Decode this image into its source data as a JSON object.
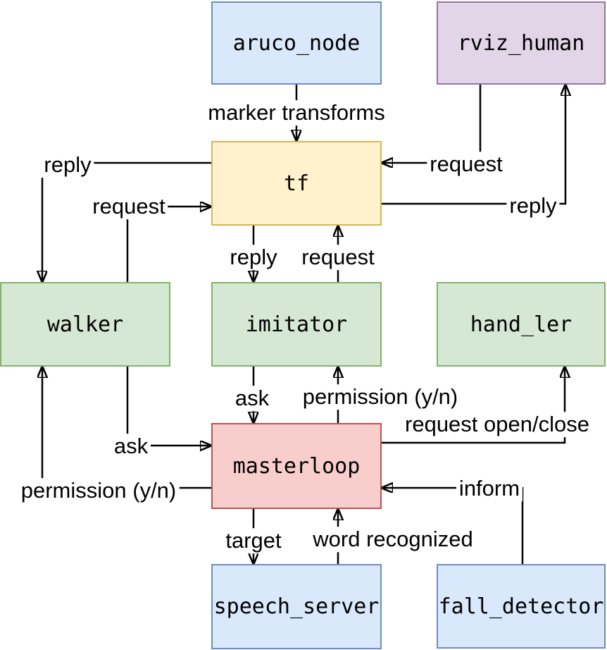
{
  "palette": {
    "blue_fill": "#dae8fc",
    "blue_stroke": "#6c8ebf",
    "purple_fill": "#e1d5e7",
    "purple_stroke": "#9673a6",
    "yellow_fill": "#fff2cc",
    "yellow_stroke": "#d6b656",
    "green_fill": "#d5e8d4",
    "green_stroke": "#82b366",
    "red_fill": "#f8cecc",
    "red_stroke": "#b85450",
    "edge_color": "#000000",
    "background": "#ffffff"
  },
  "nodes": {
    "aruco_node": {
      "label": "aruco_node",
      "color": "blue"
    },
    "rviz_human": {
      "label": "rviz_human",
      "color": "purple"
    },
    "tf": {
      "label": "tf",
      "color": "yellow"
    },
    "walker": {
      "label": "walker",
      "color": "green"
    },
    "imitator": {
      "label": "imitator",
      "color": "green"
    },
    "hand_ler": {
      "label": "hand_ler",
      "color": "green"
    },
    "masterloop": {
      "label": "masterloop",
      "color": "red"
    },
    "speech_server": {
      "label": "speech_server",
      "color": "blue"
    },
    "fall_detector": {
      "label": "fall_detector",
      "color": "blue"
    }
  },
  "edges": {
    "marker_transforms": {
      "from": "aruco_node",
      "to": "tf",
      "label": "marker transforms"
    },
    "rviz_request": {
      "from": "rviz_human",
      "to": "tf",
      "label": "request"
    },
    "rviz_reply": {
      "from": "tf",
      "to": "rviz_human",
      "label": "reply"
    },
    "walker_reply": {
      "from": "tf",
      "to": "walker",
      "label": "reply"
    },
    "walker_request": {
      "from": "walker",
      "to": "tf",
      "label": "request"
    },
    "imitator_reply": {
      "from": "tf",
      "to": "imitator",
      "label": "reply"
    },
    "imitator_request": {
      "from": "imitator",
      "to": "tf",
      "label": "request"
    },
    "imitator_ask": {
      "from": "imitator",
      "to": "masterloop",
      "label": "ask"
    },
    "imitator_permission": {
      "from": "masterloop",
      "to": "imitator",
      "label": "permission (y/n)"
    },
    "walker_ask": {
      "from": "walker",
      "to": "masterloop",
      "label": "ask"
    },
    "walker_permission": {
      "from": "masterloop",
      "to": "walker",
      "label": "permission (y/n)"
    },
    "handler_request": {
      "from": "masterloop",
      "to": "hand_ler",
      "label": "request open/close"
    },
    "inform": {
      "from": "fall_detector",
      "to": "masterloop",
      "label": "inform"
    },
    "target": {
      "from": "masterloop",
      "to": "speech_server",
      "label": "target"
    },
    "word_recognized": {
      "from": "speech_server",
      "to": "masterloop",
      "label": "word recognized"
    }
  }
}
